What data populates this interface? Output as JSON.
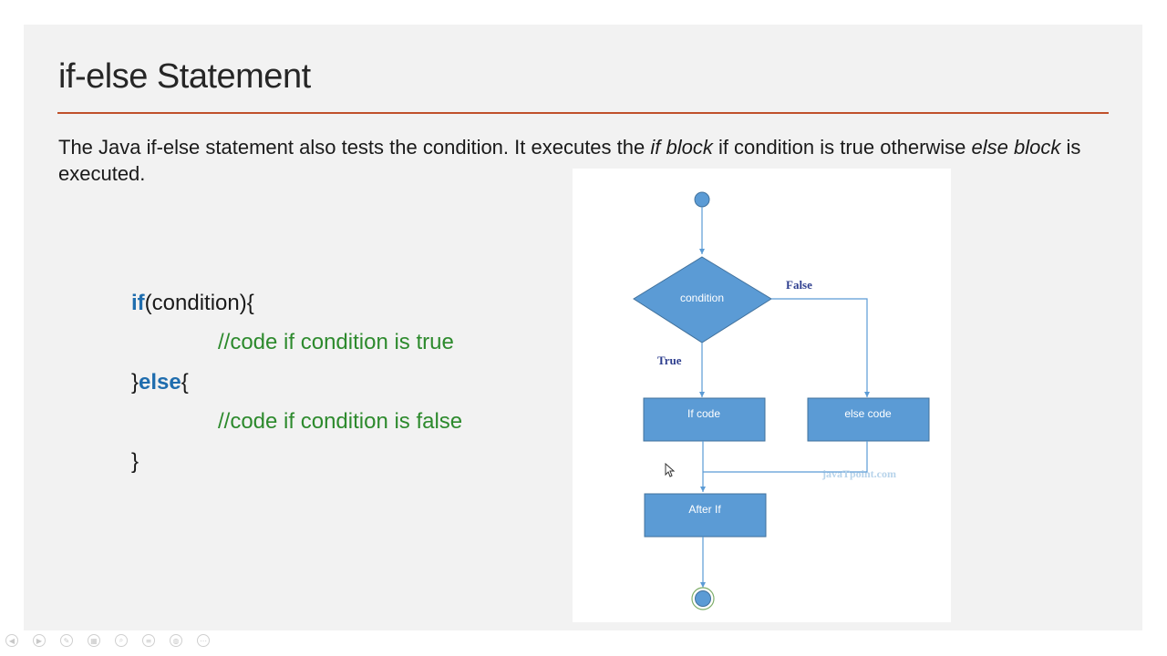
{
  "slide": {
    "title": "if-else Statement",
    "description": {
      "part1": "The Java if-else statement also tests the condition. It executes the ",
      "em1": "if block",
      "part2": " if condition is true otherwise ",
      "em2": "else block",
      "part3": " is executed."
    },
    "code": {
      "line1_kw": "if",
      "line1_rest": "(condition){",
      "line2": "//code if condition is true",
      "line3_open": "}",
      "line3_kw": "else",
      "line3_rest": "{",
      "line4": "//code if condition is false",
      "line5": "}"
    },
    "colors": {
      "title_rule": "#c0502a",
      "keyword": "#1f6dae",
      "comment": "#2d8a2d",
      "node_fill": "#5b9bd5",
      "node_stroke": "#41719c"
    }
  },
  "flowchart": {
    "decision": "condition",
    "true_label": "True",
    "false_label": "False",
    "if_node": "If code",
    "else_node": "else code",
    "after_node": "After If",
    "watermark": "javaTpoint.com"
  },
  "toolbar": {
    "buttons": [
      "previous-icon",
      "next-icon",
      "pen-icon",
      "slides-icon",
      "zoom-icon",
      "subtitles-icon",
      "camera-icon",
      "more-icon"
    ],
    "glyphs": [
      "◀",
      "▶",
      "✎",
      "▦",
      "⌕",
      "≡",
      "◍",
      "⋯"
    ]
  }
}
